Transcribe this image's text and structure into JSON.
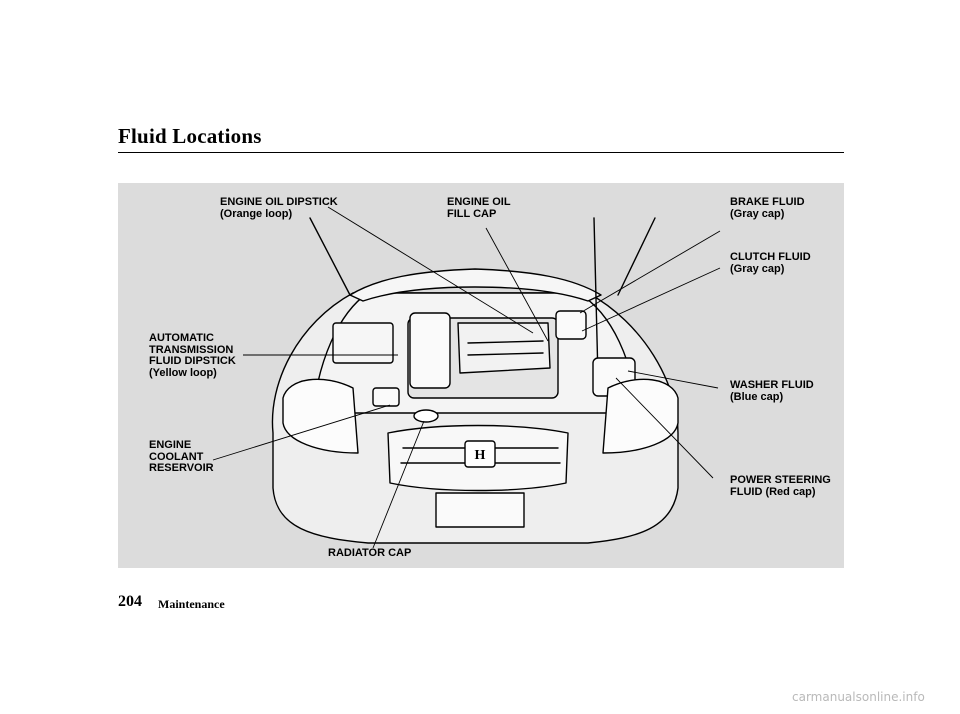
{
  "page": {
    "title": "Fluid Locations",
    "page_number": "204",
    "section": "Maintenance",
    "watermark": "carmanualsonline.info"
  },
  "callouts": {
    "engine_oil_dipstick": "ENGINE OIL DIPSTICK\n(Orange loop)",
    "engine_oil_fill_cap": "ENGINE OIL\nFILL CAP",
    "brake_fluid": "BRAKE FLUID\n(Gray cap)",
    "clutch_fluid": "CLUTCH FLUID\n(Gray cap)",
    "atf_dipstick": "AUTOMATIC\nTRANSMISSION\nFLUID DIPSTICK\n(Yellow loop)",
    "washer_fluid": "WASHER FLUID\n(Blue cap)",
    "engine_coolant_reservoir": "ENGINE\nCOOLANT\nRESERVOIR",
    "power_steering_fluid": "POWER STEERING\nFLUID (Red cap)",
    "radiator_cap": "RADIATOR CAP"
  },
  "colors": {
    "figure_background": "#dcdcdc",
    "line_art": "#000000",
    "car_fill": "#eeeeee"
  }
}
